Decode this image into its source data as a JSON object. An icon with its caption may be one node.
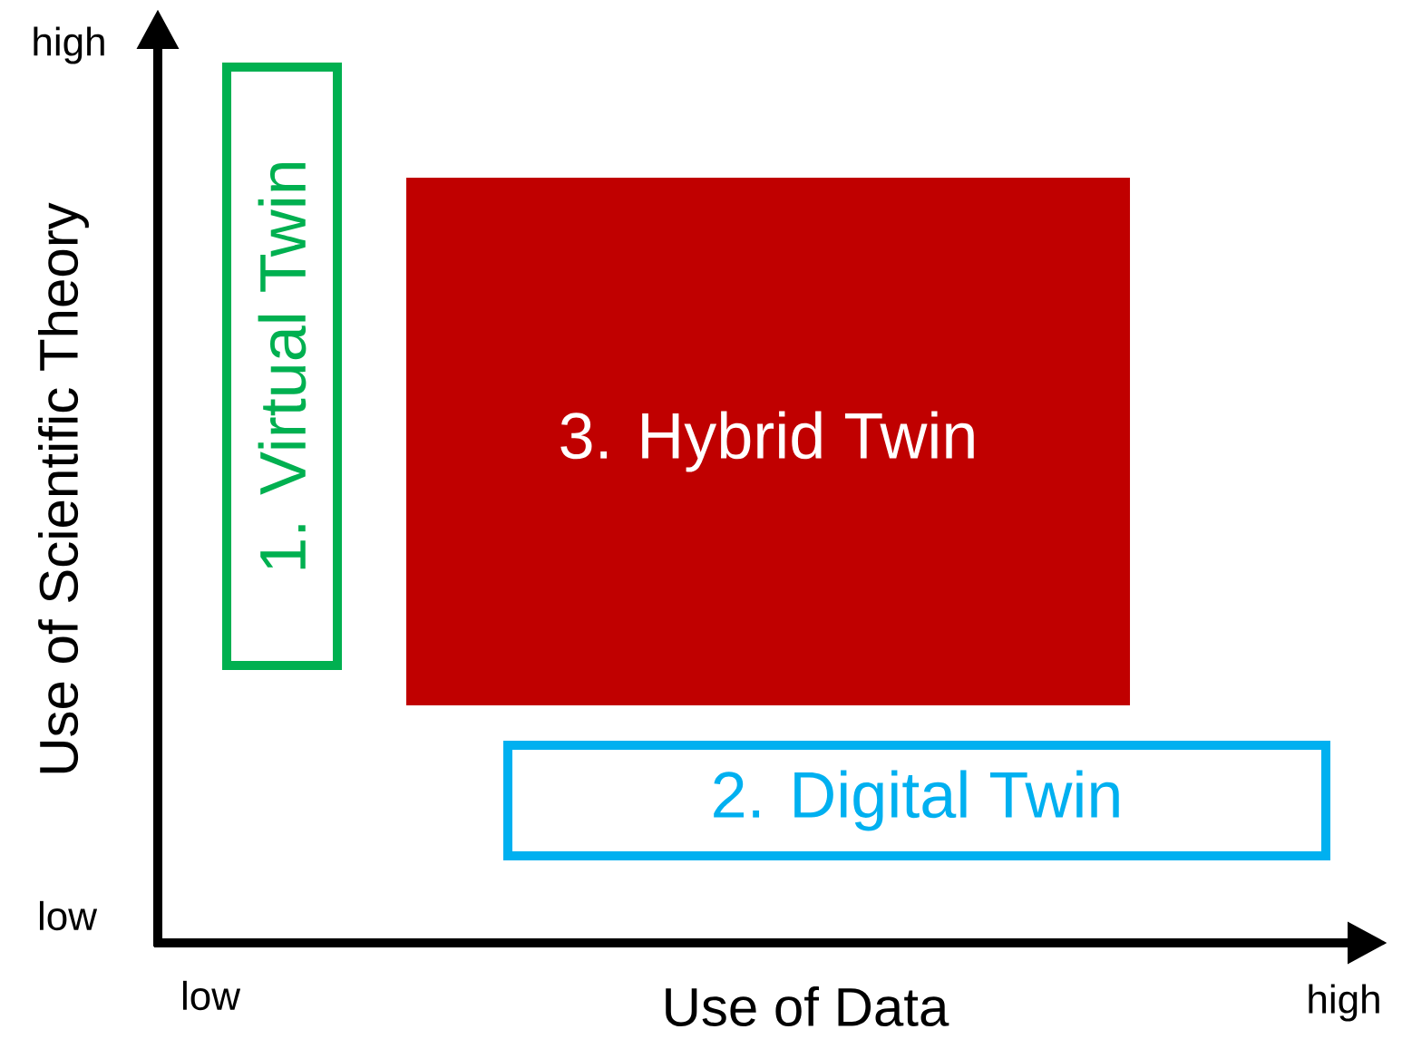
{
  "diagram": {
    "nodes": [
      {
        "text": [
          "1. Virtual Twin"
        ]
      },
      {
        "text": [
          "3. Hybrid Twin"
        ]
      },
      {
        "text": [
          "2. Digital Twin"
        ]
      }
    ],
    "labels": [
      "high",
      "Use of Scientific Theory",
      "low",
      "low",
      "Use of Data",
      "high"
    ]
  }
}
